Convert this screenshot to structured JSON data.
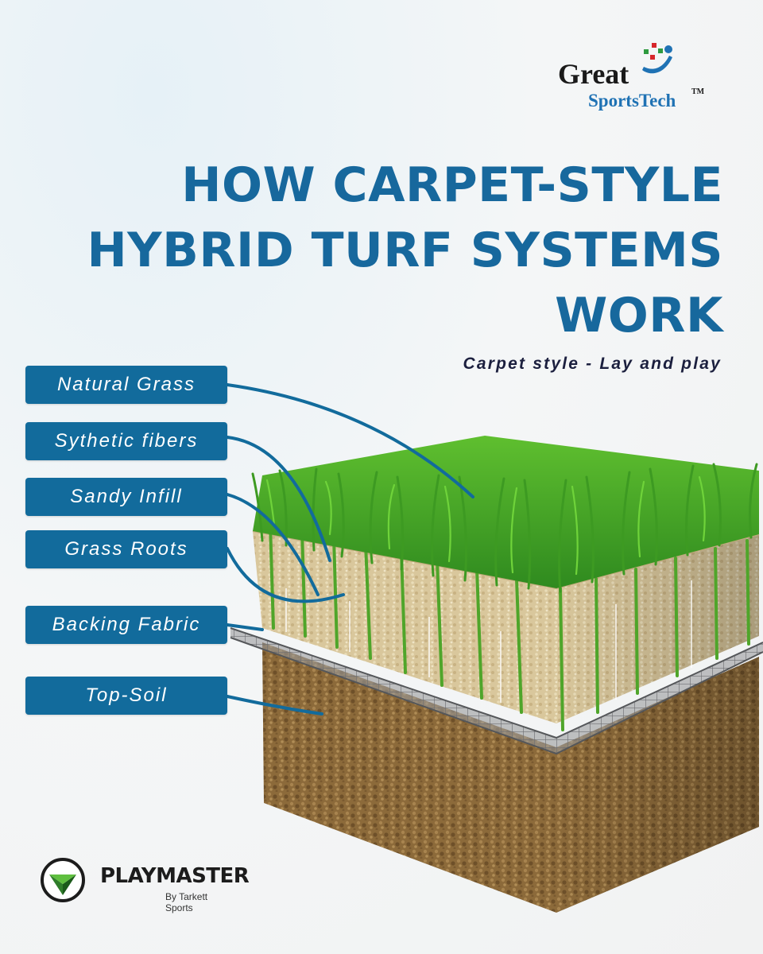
{
  "brand": {
    "line1": "Great",
    "line2": "SportsTech",
    "trademark": "TM"
  },
  "headline": {
    "line1": "HOW CARPET-STYLE",
    "line2": "HYBRID TURF SYSTEMS",
    "line3": "WORK"
  },
  "tagline": "Carpet style - Lay and play",
  "layers": [
    {
      "label": "Natural Grass"
    },
    {
      "label": "Sythetic fibers"
    },
    {
      "label": "Sandy Infill"
    },
    {
      "label": "Grass Roots"
    },
    {
      "label": "Backing Fabric"
    },
    {
      "label": "Top-Soil"
    }
  ],
  "footer": {
    "name": "PLAYMASTER",
    "sub": "By Tarkett Sports"
  },
  "colors": {
    "primary": "#17689d",
    "label_bg": "#126b9c",
    "tagline": "#1b1f3e",
    "brand_blue": "#1f72b4"
  }
}
